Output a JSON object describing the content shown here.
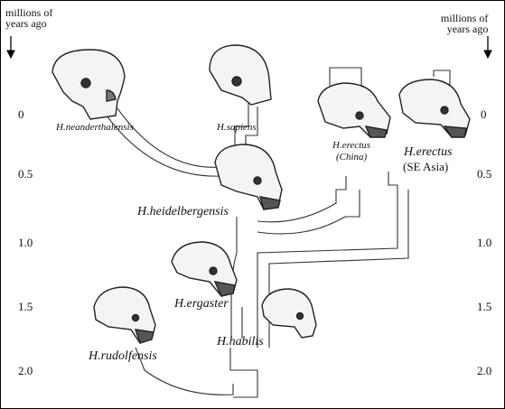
{
  "axis": {
    "left_header_line1": "millions of",
    "left_header_line2": "years ago",
    "right_header_line1": "millions of",
    "right_header_line2": "years ago",
    "ticks": [
      "0",
      "0.5",
      "1.0",
      "1.5",
      "2.0"
    ]
  },
  "species": {
    "neanderthalensis": "H.neanderthalensis",
    "sapiens": "H.sapiens",
    "erectus_china": "H.erectus",
    "erectus_china_note": "(China)",
    "erectus_asia": "H.erectus",
    "erectus_asia_note": "(SE Asia)",
    "heidelbergensis": "H.heidelbergensis",
    "ergaster": "H.ergaster",
    "habilis": "H.habilis",
    "rudolfensis": "H.rudolfensis"
  }
}
